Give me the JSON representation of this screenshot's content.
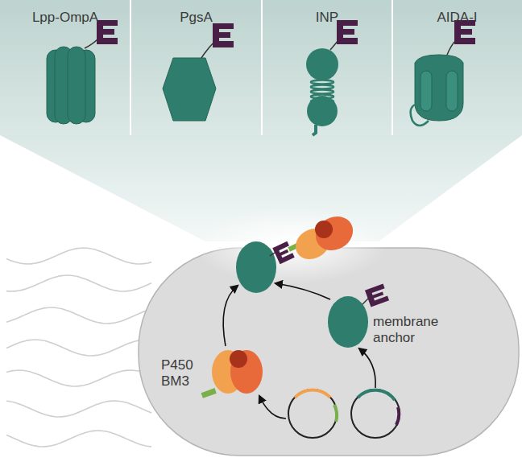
{
  "diagram": {
    "nodes": [
      {
        "text": [
          "Lpp-OmpA"
        ]
      },
      {
        "text": [
          "PgsA"
        ]
      },
      {
        "text": [
          "INP"
        ]
      },
      {
        "text": [
          "AIDA-I"
        ]
      }
    ],
    "labels": [
      "P450 BM3",
      "membrane anchor"
    ]
  }
}
